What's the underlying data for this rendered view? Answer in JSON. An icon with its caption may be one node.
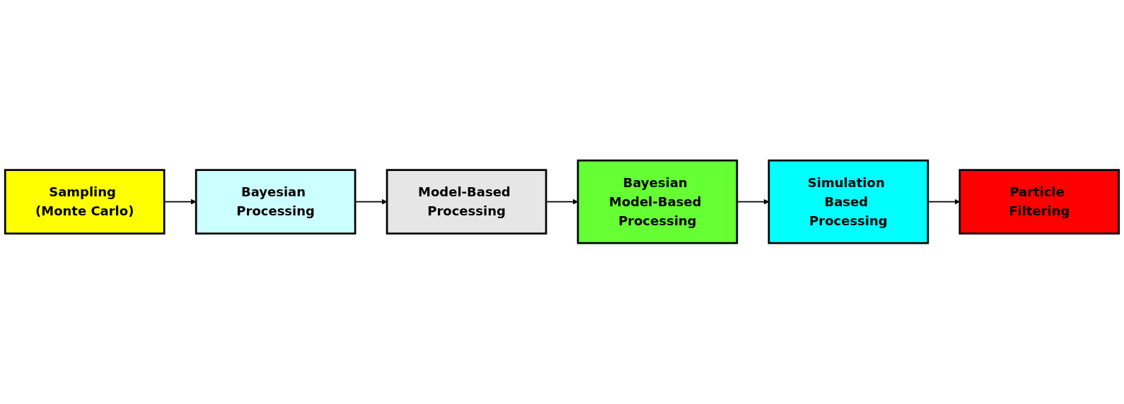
{
  "diagram": {
    "nodes": [
      {
        "text": [
          "Sampling (Monte Carlo)"
        ]
      },
      {
        "text": [
          "Bayesian Processing"
        ]
      },
      {
        "text": [
          "Model-Based Processing"
        ]
      },
      {
        "text": [
          "Particle Filtering"
        ]
      },
      {
        "text": [
          "Simulation Based Processing"
        ]
      },
      {
        "text": [
          "Bayesian Model-Based Processing"
        ]
      }
    ],
    "edges": [
      {
        "from": 0,
        "to": 1,
        "arrow": "to"
      },
      {
        "from": 1,
        "to": 2,
        "arrow": "to"
      },
      {
        "from": 2,
        "to": 5,
        "arrow": "to"
      },
      {
        "from": 5,
        "to": 4,
        "arrow": "to"
      },
      {
        "from": 4,
        "to": 3,
        "arrow": "to"
      }
    ]
  }
}
